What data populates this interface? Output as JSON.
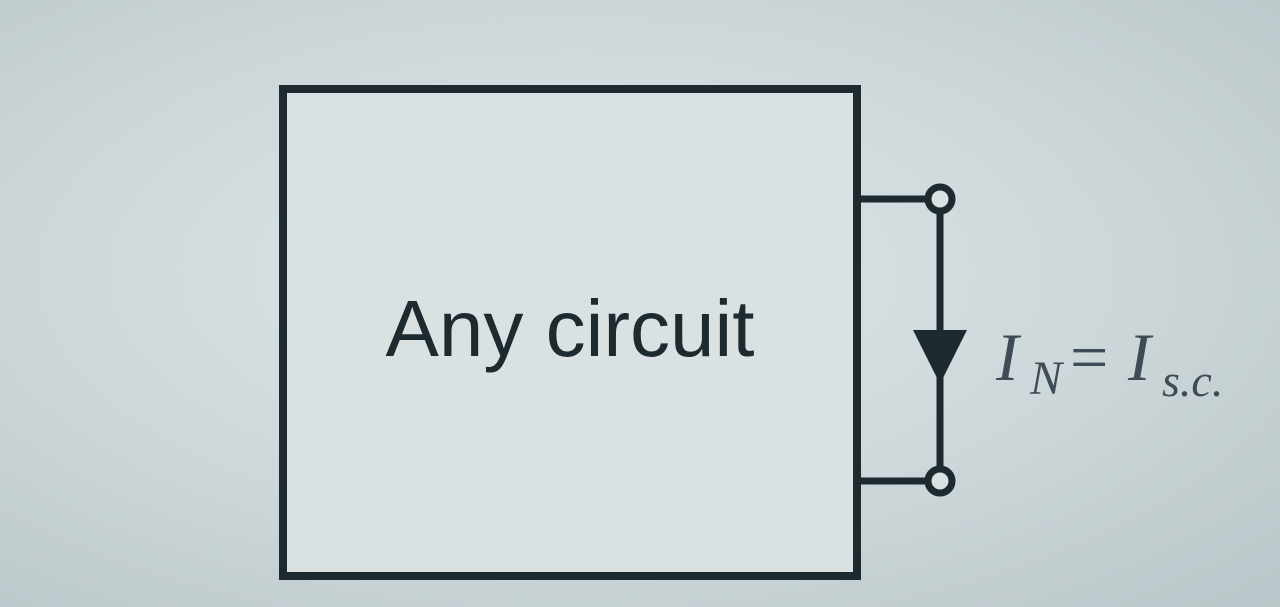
{
  "box": {
    "label": "Any circuit"
  },
  "annotation": {
    "main_left": "I",
    "sub_left": "N",
    "equals": "=",
    "main_right": "I",
    "sub_right": "s.c."
  },
  "colors": {
    "background": "#cdd7da",
    "box_fill": "#d9e1e3",
    "stroke": "#1d2a30",
    "equation_text": "#3d4c55"
  }
}
